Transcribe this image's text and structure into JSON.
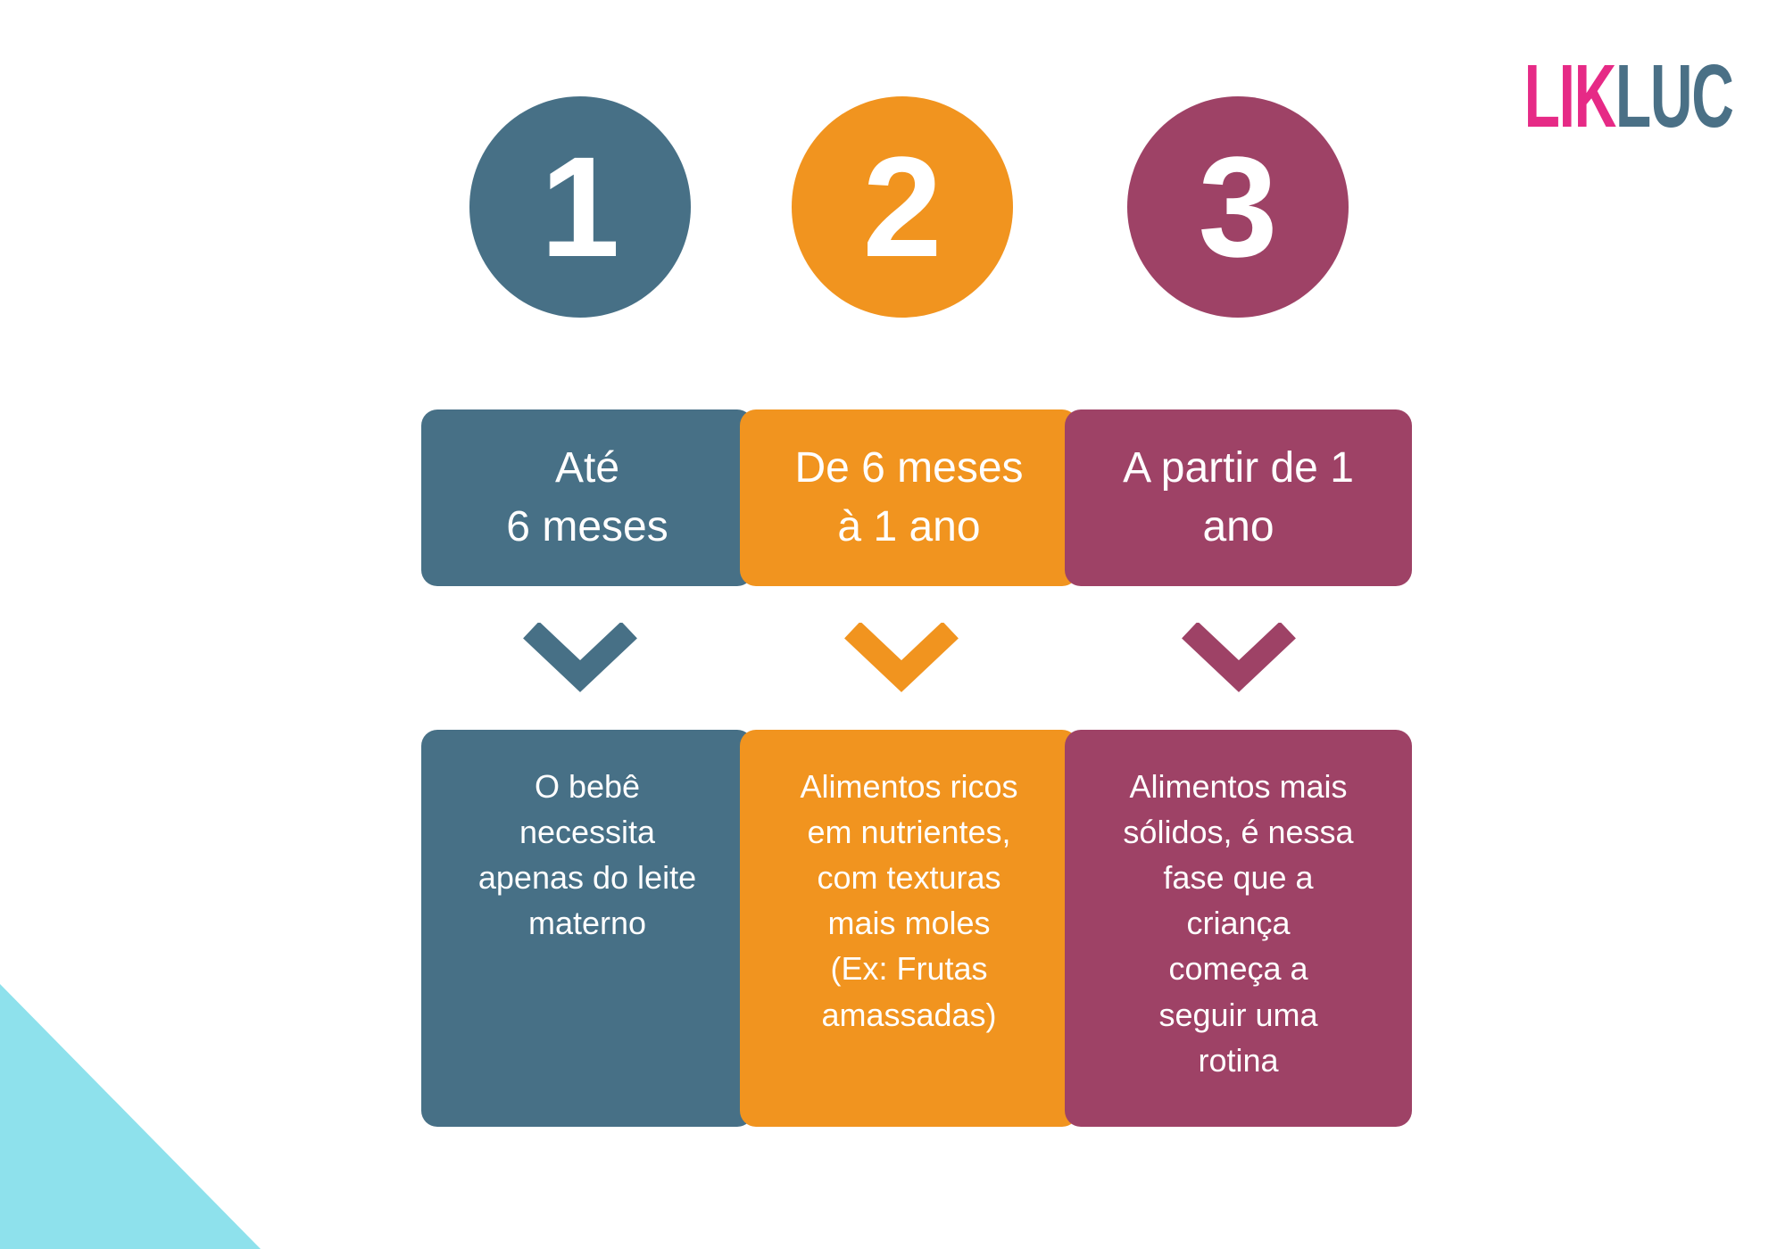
{
  "logo": {
    "part1": "LIK",
    "part2": "LUC",
    "part1_color": "#E62A86",
    "part2_color": "#4A7086"
  },
  "decor": {
    "corner_triangle_color": "#8EE1EC",
    "background_color": "#FFFFFF"
  },
  "stages": [
    {
      "number": "1",
      "color": "#477086",
      "header": "Até\n6 meses",
      "body": "O bebê\nnecessita\napenas do leite\nmaterno"
    },
    {
      "number": "2",
      "color": "#F1941F",
      "header": "De 6 meses\nà 1 ano",
      "body": "Alimentos ricos\nem nutrientes,\ncom texturas\nmais moles\n(Ex: Frutas\namassadas)"
    },
    {
      "number": "3",
      "color": "#9E4266",
      "header": "A partir de 1\nano",
      "body": "Alimentos mais\nsólidos, é nessa\nfase que a\ncriança\ncomeça a\nseguir uma\nrotina"
    }
  ]
}
